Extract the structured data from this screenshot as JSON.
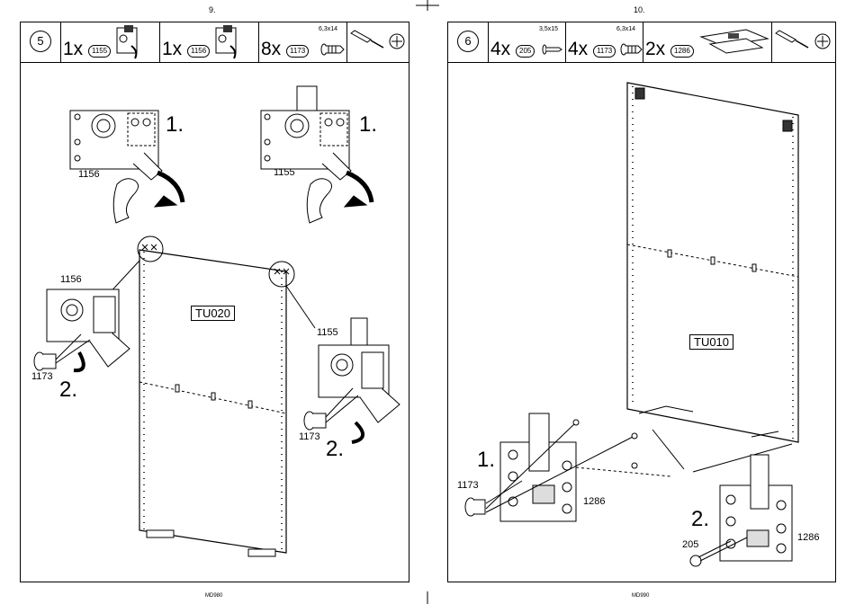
{
  "pages": [
    {
      "page_number": "9.",
      "step": "5",
      "parts": [
        {
          "qty": "1x",
          "code": "1155"
        },
        {
          "qty": "1x",
          "code": "1156"
        },
        {
          "qty": "8x",
          "code": "1173",
          "size": "6,3x14"
        }
      ],
      "tool_icons": [
        "screwdriver-icon",
        "phillips-head-icon"
      ],
      "callouts": {
        "step1_left": "1.",
        "step1_right": "1.",
        "part_1156_top": "1156",
        "part_1155_top": "1155",
        "part_1156": "1156",
        "part_1155": "1155",
        "part_1173_left": "1173",
        "part_1173_right": "1173",
        "step2_left": "2.",
        "step2_right": "2."
      },
      "panel_label": "TU020",
      "footer": "MD980"
    },
    {
      "page_number": "10.",
      "step": "6",
      "parts": [
        {
          "qty": "4x",
          "code": "205",
          "size": "3,5x15"
        },
        {
          "qty": "4x",
          "code": "1173",
          "size": "6,3x14"
        },
        {
          "qty": "2x",
          "code": "1286"
        }
      ],
      "tool_icons": [
        "screwdriver-icon",
        "phillips-head-icon"
      ],
      "callouts": {
        "step1": "1.",
        "part_1173": "1173",
        "part_1286_left": "1286",
        "step2": "2.",
        "part_205": "205",
        "part_1286_right": "1286"
      },
      "panel_label": "TU010",
      "footer": "MD990"
    }
  ]
}
